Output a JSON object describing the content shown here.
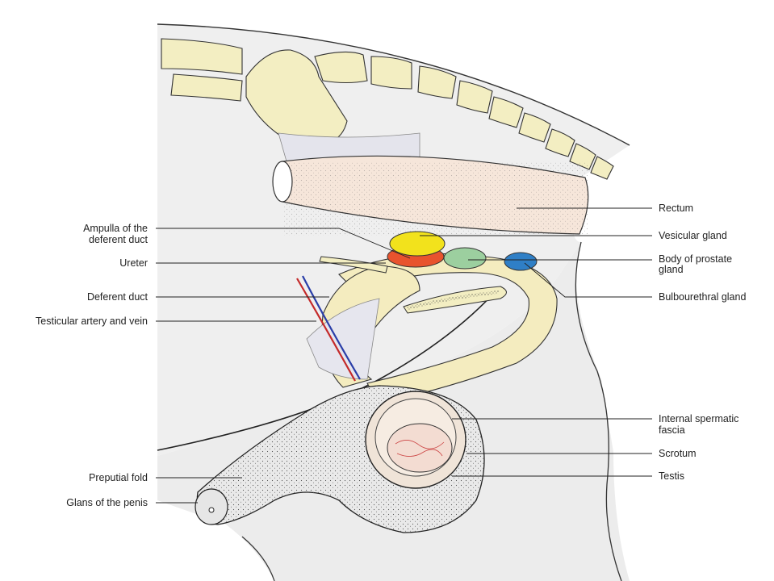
{
  "labels": {
    "rectum": "Rectum",
    "vesicular_gland": "Vesicular gland",
    "prostate_line1": "Body of prostate",
    "prostate_line2": "gland",
    "bulbourethral_gland": "Bulbourethral gland",
    "internal_spermatic_line1": "Internal spermatic",
    "internal_spermatic_line2": "fascia",
    "scrotum": "Scrotum",
    "testis": "Testis",
    "ampulla_line1": "Ampulla of the",
    "ampulla_line2": "deferent duct",
    "ureter": "Ureter",
    "deferent_duct": "Deferent duct",
    "testicular_vessels": "Testicular artery and vein",
    "preputial_fold": "Preputial fold",
    "glans": "Glans of the penis"
  },
  "colors": {
    "bone": "#f3eec2",
    "body": "#ebebeb",
    "rectum": "#f6e6da",
    "vesicular_gland": "#f2e21c",
    "ampulla": "#e8532e",
    "prostate": "#9ccf9f",
    "bulbourethral": "#2f7fc6",
    "urethra": "#f4ecbf",
    "artery": "#c42a2a",
    "vein": "#2a3ea8"
  }
}
